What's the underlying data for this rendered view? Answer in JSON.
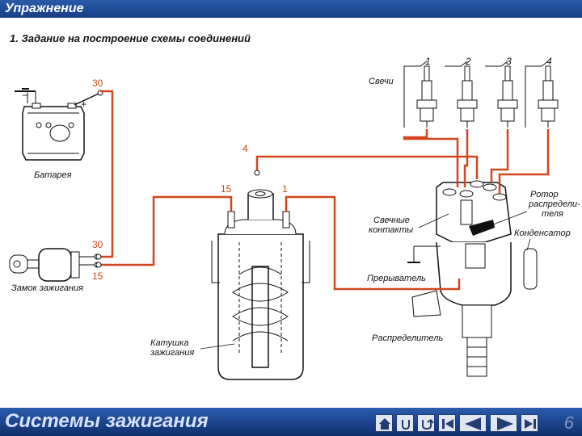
{
  "header": {
    "title": "Упражнение"
  },
  "task": {
    "text": "1. Задание на построение схемы соединений"
  },
  "labels": {
    "battery": "Батарея",
    "spark_plugs": "Свечи",
    "ignition_lock": "Замок зажигания",
    "ignition_coil_l1": "Катушка",
    "ignition_coil_l2": "зажигания",
    "spark_contacts_l1": "Свечные",
    "spark_contacts_l2": "контакты",
    "rotor_l1": "Ротор",
    "rotor_l2": "распредели-",
    "rotor_l3": "теля",
    "capacitor": "Конденсатор",
    "breaker": "Прерыватель",
    "distributor": "Распределитель",
    "minus": "−",
    "plus": "+"
  },
  "terminals": {
    "battery_30": "30",
    "dist_4": "4",
    "coil_15": "15",
    "coil_1": "1",
    "lock_30": "30",
    "lock_15": "15"
  },
  "plug_numbers": [
    "1",
    "2",
    "3",
    "4"
  ],
  "footer": {
    "brand": "Системы зажигания",
    "page": "6"
  },
  "colors": {
    "wire": "#d2461c",
    "accent": "#1f4b9a"
  }
}
